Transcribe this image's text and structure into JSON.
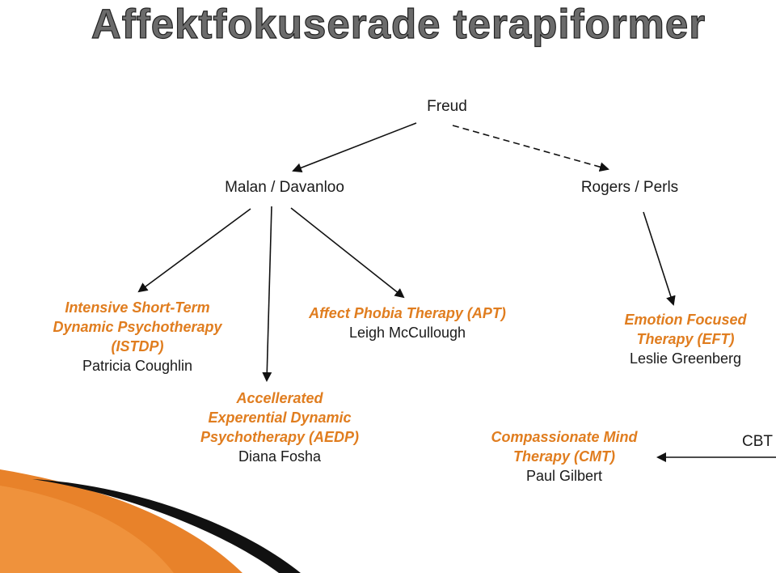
{
  "title": "Affektfokuserade terapiformer",
  "colors": {
    "title_fill": "#6b6b6b",
    "therapy_text": "#e07d1f",
    "arrow": "#111111",
    "swoosh_orange": "#e8822a",
    "swoosh_dark": "#111111"
  },
  "nodes": {
    "freud": "Freud",
    "malan": "Malan / Davanloo",
    "rogers": "Rogers / Perls",
    "cbt": "CBT",
    "istdp": {
      "lines": [
        "Intensive Short-Term",
        "Dynamic Psychotherapy",
        "(ISTDP)"
      ],
      "person": "Patricia Coughlin"
    },
    "apt": {
      "lines": [
        "Affect Phobia Therapy (APT)"
      ],
      "person": "Leigh McCullough"
    },
    "eft": {
      "lines": [
        "Emotion Focused",
        "Therapy (EFT)"
      ],
      "person": "Leslie Greenberg"
    },
    "aedp": {
      "lines": [
        "Accellerated",
        "Experential Dynamic",
        "Psychotherapy (AEDP)"
      ],
      "person": "Diana Fosha"
    },
    "cmt": {
      "lines": [
        "Compassionate Mind",
        "Therapy (CMT)"
      ],
      "person": "Paul Gilbert"
    }
  }
}
